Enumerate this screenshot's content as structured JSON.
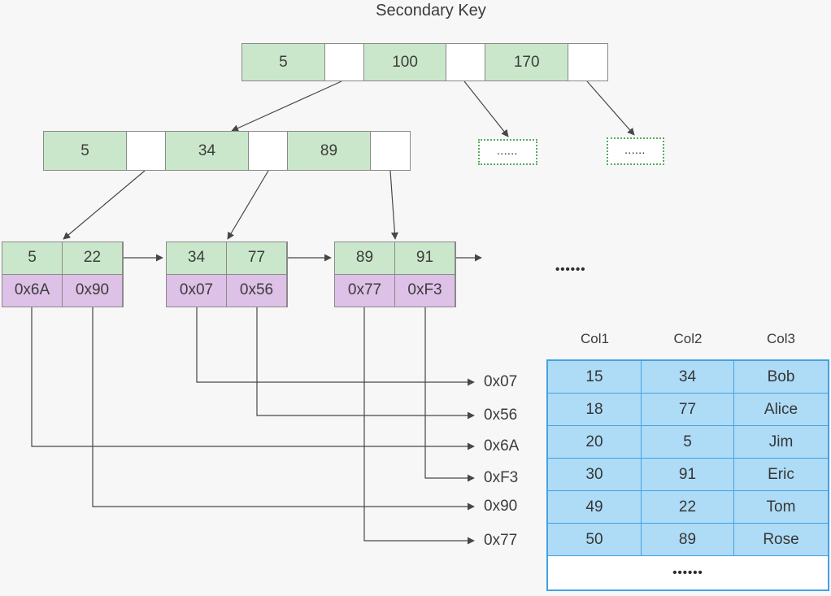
{
  "title": "Secondary Key",
  "colors": {
    "background": "#f7f7f8",
    "key_green": "#cbe7cb",
    "pointer_purple": "#dec1e7",
    "table_fill": "#aedbf6",
    "table_border": "#42a2e2",
    "dotted_border": "#5aa85e",
    "line": "#474747"
  },
  "root_node": {
    "keys": [
      "5",
      "100",
      "170"
    ]
  },
  "internal_node": {
    "keys": [
      "5",
      "34",
      "89"
    ]
  },
  "overflow_boxes": [
    {
      "label": "......"
    },
    {
      "label": "......"
    }
  ],
  "leaf_nodes": [
    {
      "keys": [
        "5",
        "22"
      ],
      "pointers": [
        "0x6A",
        "0x90"
      ]
    },
    {
      "keys": [
        "34",
        "77"
      ],
      "pointers": [
        "0x07",
        "0x56"
      ]
    },
    {
      "keys": [
        "89",
        "91"
      ],
      "pointers": [
        "0x77",
        "0xF3"
      ]
    }
  ],
  "leaf_ellipsis": "••••••",
  "address_labels": [
    "0x07",
    "0x56",
    "0x6A",
    "0xF3",
    "0x90",
    "0x77"
  ],
  "table": {
    "headers": [
      "Col1",
      "Col2",
      "Col3"
    ],
    "rows": [
      [
        "15",
        "34",
        "Bob"
      ],
      [
        "18",
        "77",
        "Alice"
      ],
      [
        "20",
        "5",
        "Jim"
      ],
      [
        "30",
        "91",
        "Eric"
      ],
      [
        "49",
        "22",
        "Tom"
      ],
      [
        "50",
        "89",
        "Rose"
      ]
    ],
    "ellipsis": "••••••"
  }
}
